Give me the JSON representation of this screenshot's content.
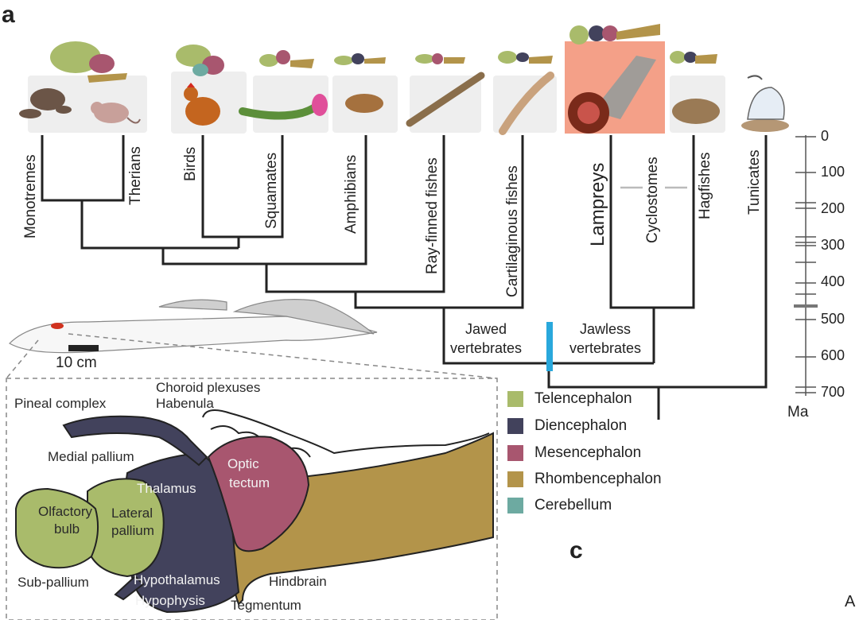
{
  "panels": {
    "a": "a",
    "c": "c"
  },
  "corner_mark": "A",
  "taxa": [
    {
      "key": "monotremes",
      "label": "Monotremes"
    },
    {
      "key": "therians",
      "label": "Therians"
    },
    {
      "key": "birds",
      "label": "Birds"
    },
    {
      "key": "squamates",
      "label": "Squamates"
    },
    {
      "key": "amphibians",
      "label": "Amphibians"
    },
    {
      "key": "rayfinned",
      "label": "Ray-finned fishes"
    },
    {
      "key": "cartilaginous",
      "label": "Cartilaginous fishes"
    },
    {
      "key": "lampreys",
      "label": "Lampreys"
    },
    {
      "key": "cyclostomes",
      "label": "Cyclostomes"
    },
    {
      "key": "hagfishes",
      "label": "Hagfishes"
    },
    {
      "key": "tunicates",
      "label": "Tunicates"
    }
  ],
  "clades": {
    "jawed": "Jawed\nvertebrates",
    "jawless": "Jawless\nvertebrates"
  },
  "scale": {
    "ticks": [
      "0",
      "100",
      "200",
      "300",
      "400",
      "500",
      "600",
      "700"
    ],
    "unit": "Ma"
  },
  "scale_bar": "10 cm",
  "legend": [
    {
      "label": "Telencephalon",
      "color": "#a9bb6b"
    },
    {
      "label": "Diencephalon",
      "color": "#42425c"
    },
    {
      "label": "Mesencephalon",
      "color": "#a8566f"
    },
    {
      "label": "Rhombencephalon",
      "color": "#b3944a"
    },
    {
      "label": "Cerebellum",
      "color": "#6daaa1"
    }
  ],
  "brain_labels": {
    "pineal": "Pineal complex",
    "choroid": "Choroid plexuses",
    "habenula": "Habenula",
    "medial_pallium": "Medial pallium",
    "thalamus": "Thalamus",
    "optic_tectum_1": "Optic",
    "optic_tectum_2": "tectum",
    "olfactory_1": "Olfactory",
    "olfactory_2": "bulb",
    "lateral_1": "Lateral",
    "lateral_2": "pallium",
    "subpallium": "Sub-pallium",
    "hypothalamus": "Hypothalamus",
    "hypophysis": "Hypophysis",
    "hindbrain": "Hindbrain",
    "tegmentum": "Tegmentum"
  },
  "colors": {
    "tree": "#222222",
    "calibration_bar": "#29a8dc",
    "cyclostome_line": "#bbbbbb",
    "lamprey_glow": "#f08060"
  }
}
